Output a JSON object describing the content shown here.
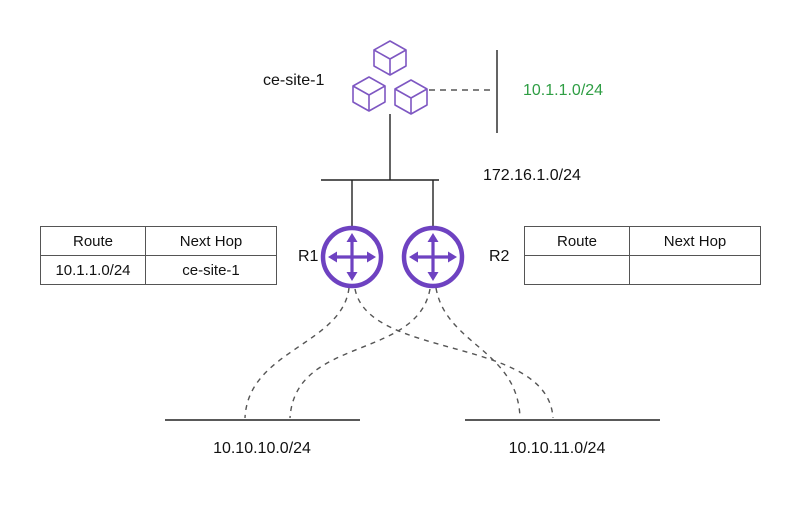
{
  "diagram": {
    "site_label": "ce-site-1",
    "site_subnet": "10.1.1.0/24",
    "lan_subnet": "172.16.1.0/24",
    "router1_label": "R1",
    "router2_label": "R2",
    "bottom_left_subnet": "10.10.10.0/24",
    "bottom_right_subnet": "10.10.11.0/24",
    "icons": {
      "site": "isometric-cubes-icon",
      "router": "router-cross-arrows-icon"
    },
    "colors": {
      "router_purple": "#6e42c1",
      "cube_purple": "#7e57c2",
      "subnet_green": "#2f9e44",
      "line_black": "#222222",
      "dashed_gray": "#555555"
    }
  },
  "r1_table": {
    "headers": [
      "Route",
      "Next Hop"
    ],
    "rows": [
      [
        "10.1.1.0/24",
        "ce-site-1"
      ]
    ]
  },
  "r2_table": {
    "headers": [
      "Route",
      "Next Hop"
    ],
    "rows": [
      [
        "",
        ""
      ]
    ]
  }
}
